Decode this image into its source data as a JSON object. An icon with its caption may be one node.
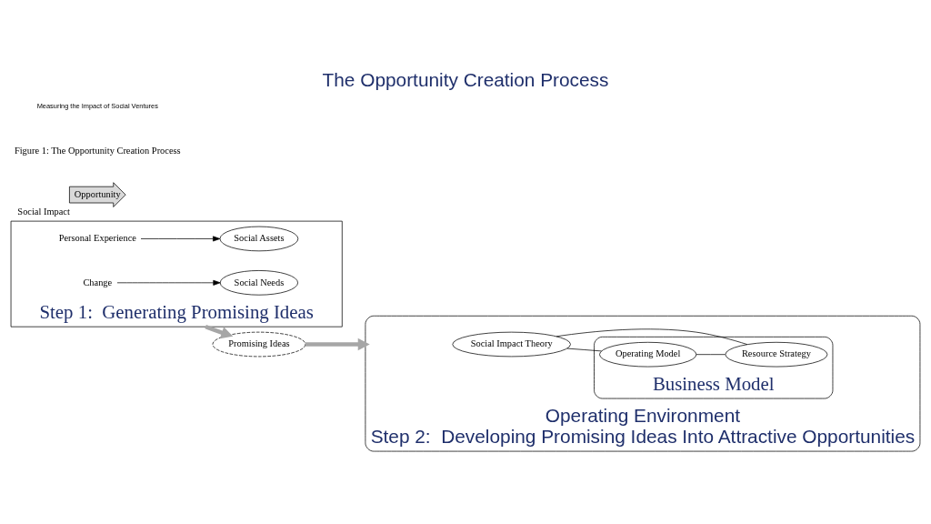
{
  "diagram": {
    "title": "The Opportunity Creation Process",
    "caption": "Figure 1: The Opportunity Creation Process",
    "nodes": [
      {
        "text": [
          "Step 1:  Generating Promising Ideas"
        ]
      },
      {
        "text": [
          "Change"
        ],
        "in": 0
      },
      {
        "text": [
          "Social Needs"
        ],
        "in": 0
      },
      {
        "text": [
          "Social Assets"
        ],
        "in": 0
      },
      {
        "text": [
          "Personal Experience"
        ],
        "in": 0
      },
      {
        "text": [
          "Promising Ideas"
        ]
      },
      {
        "text": [
          "Operating Environment",
          "Step 2:  Developing Promising Ideas Into Attractive Opportunities"
        ]
      },
      {
        "text": [
          "Social Impact Theory"
        ],
        "in": 6
      },
      {
        "text": [
          "Business Model"
        ],
        "in": 6
      },
      {
        "text": [
          "Operating Model"
        ],
        "in": 8
      },
      {
        "text": [
          "Resource Strategy"
        ],
        "in": 8
      },
      {
        "text": [
          "Opportunity"
        ],
        "beside": [
          "Social Impact"
        ]
      }
    ],
    "edges": [
      {
        "from": 1,
        "to": 2,
        "arrow": "to"
      },
      {
        "from": 4,
        "to": 3,
        "arrow": "to"
      },
      {
        "from": 0,
        "to": 5,
        "arrow": "to",
        "style": "thick",
        "color": "#a6a6a6"
      },
      {
        "from": 5,
        "to": 6,
        "arrow": "to",
        "style": "thick",
        "color": "#a6a6a6"
      },
      {
        "from": 7,
        "to": 9,
        "arrow": "none"
      },
      {
        "from": 7,
        "to": 10,
        "arrow": "none"
      },
      {
        "from": 9,
        "to": 10,
        "arrow": "none"
      }
    ],
    "labels": [
      "Measuring the Impact of Social Ventures"
    ]
  }
}
